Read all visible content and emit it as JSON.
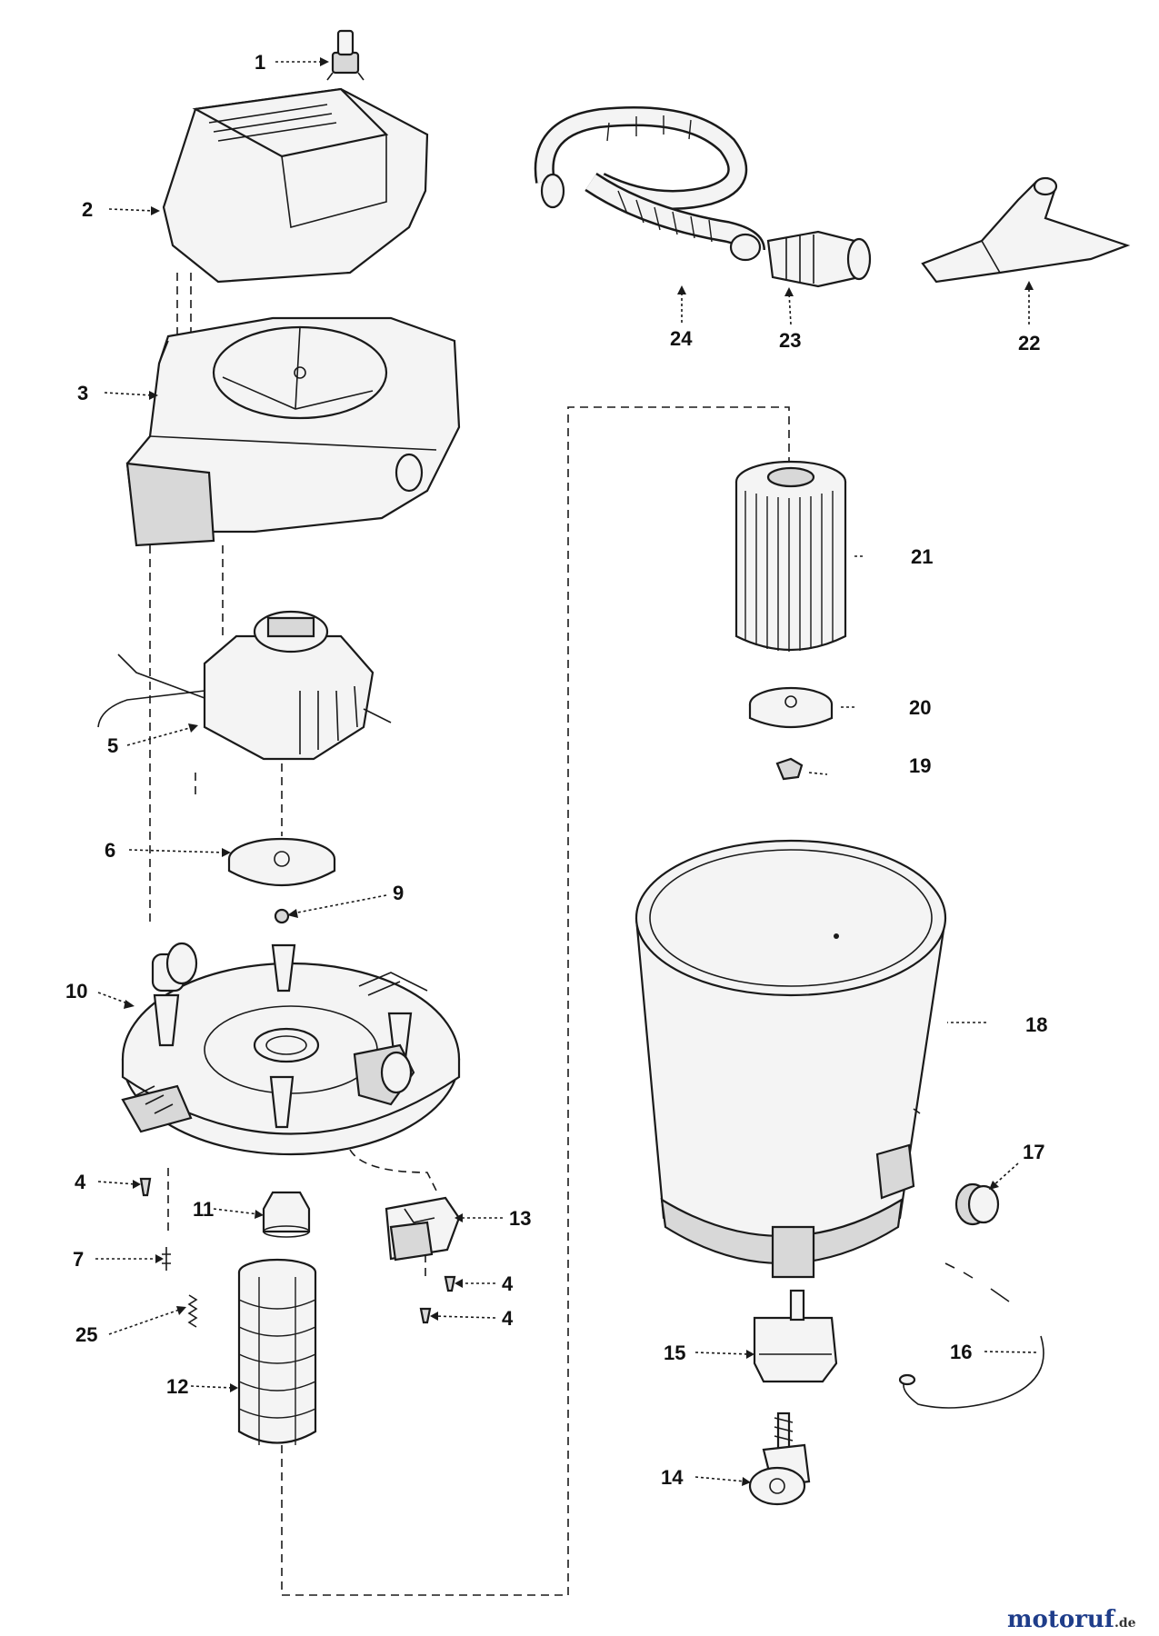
{
  "callouts": {
    "c1": "1",
    "c2": "2",
    "c3": "3",
    "c4a": "4",
    "c4b": "4",
    "c4c": "4",
    "c5": "5",
    "c6": "6",
    "c7": "7",
    "c9": "9",
    "c10": "10",
    "c11": "11",
    "c12": "12",
    "c13": "13",
    "c14": "14",
    "c15": "15",
    "c16": "16",
    "c17": "17",
    "c18": "18",
    "c19": "19",
    "c20": "20",
    "c21": "21",
    "c22": "22",
    "c23": "23",
    "c24": "24",
    "c25": "25"
  },
  "watermark": {
    "text": "motoruf",
    "suffix": ".de",
    "colors": {
      "main": "#1f3d8a",
      "accent": "#e07a10",
      "suffix": "#333333"
    }
  }
}
